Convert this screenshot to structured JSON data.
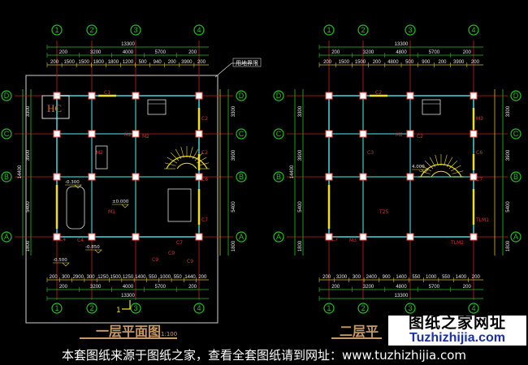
{
  "plans": [
    {
      "title": "一层平面图",
      "scale": "1:100",
      "axis_cols": [
        "1",
        "2",
        "3",
        "4"
      ],
      "axis_rows": [
        "D",
        "C",
        "B",
        "A"
      ],
      "total_width": "13300",
      "top_dims": [
        "200",
        "3200",
        "4000",
        "5700",
        "200"
      ],
      "top_detail_dims": [
        "200",
        "1500",
        "1500",
        "1800",
        "1800",
        "1200",
        "500",
        "940",
        "200",
        "3900",
        "200"
      ],
      "bottom_detail_dims": [
        "200",
        "300",
        "2900",
        "300",
        "1250",
        "1500",
        "1250",
        "1400",
        "550",
        "1000",
        "550",
        "1440",
        "200"
      ],
      "bottom_dims": [
        "200",
        "3200",
        "4000",
        "5700",
        "200"
      ],
      "side_total": "14400",
      "side_dims": [
        "3300",
        "3900",
        "5400",
        "1800"
      ],
      "site_boundary_label": "用地界限",
      "hc_label": "HC",
      "elevations": [
        "-0.300",
        "±0.000",
        "-0.850",
        "-0.500"
      ],
      "section_mark": "1",
      "tags": [
        "C1",
        "C2",
        "M2",
        "M2",
        "M2",
        "C2",
        "C6",
        "C4",
        "C7",
        "C7",
        "C4",
        "M1",
        "C9",
        "C9",
        "C9"
      ]
    },
    {
      "title": "二层平",
      "axis_cols": [
        "1",
        "2",
        "3",
        "4"
      ],
      "axis_rows": [
        "D",
        "C",
        "B",
        "A"
      ],
      "total_width": "13300",
      "top_dims": [
        "200",
        "3200",
        "4800",
        "5700",
        "200"
      ],
      "top_detail_dims": [
        "200",
        "1500",
        "1500",
        "200",
        "4800",
        "500",
        "900",
        "200",
        "3900",
        "200"
      ],
      "bottom_detail_dims": [
        "200",
        "3200",
        "300",
        "2400",
        "900",
        "1400",
        "550",
        "1000",
        "550",
        "1400",
        "200"
      ],
      "bottom_dims": [
        "200",
        "3200",
        "4800",
        "5700",
        "200"
      ],
      "side_total": "14400",
      "side_dims": [
        "3300",
        "3900",
        "5400",
        "1800"
      ],
      "elevations": [
        "4.000"
      ],
      "tags": [
        "C2",
        "M3",
        "M2",
        "C2",
        "C3",
        "C6",
        "C7",
        "C7",
        "TLM1",
        "TLM2",
        "M3",
        "T25"
      ]
    }
  ],
  "watermark": {
    "line1": "图纸之家网址",
    "line2": "Tuzhizhijia.com"
  },
  "banner": "本套图纸来源于图纸之家，查看全套图纸请到网址：www.tuzhizhijia.com",
  "colors": {
    "axis": "#1fc41f",
    "dim": "#d4c21a",
    "wall": "#2aa6a6",
    "column": "#ff4a4a",
    "title": "#c89a60"
  }
}
